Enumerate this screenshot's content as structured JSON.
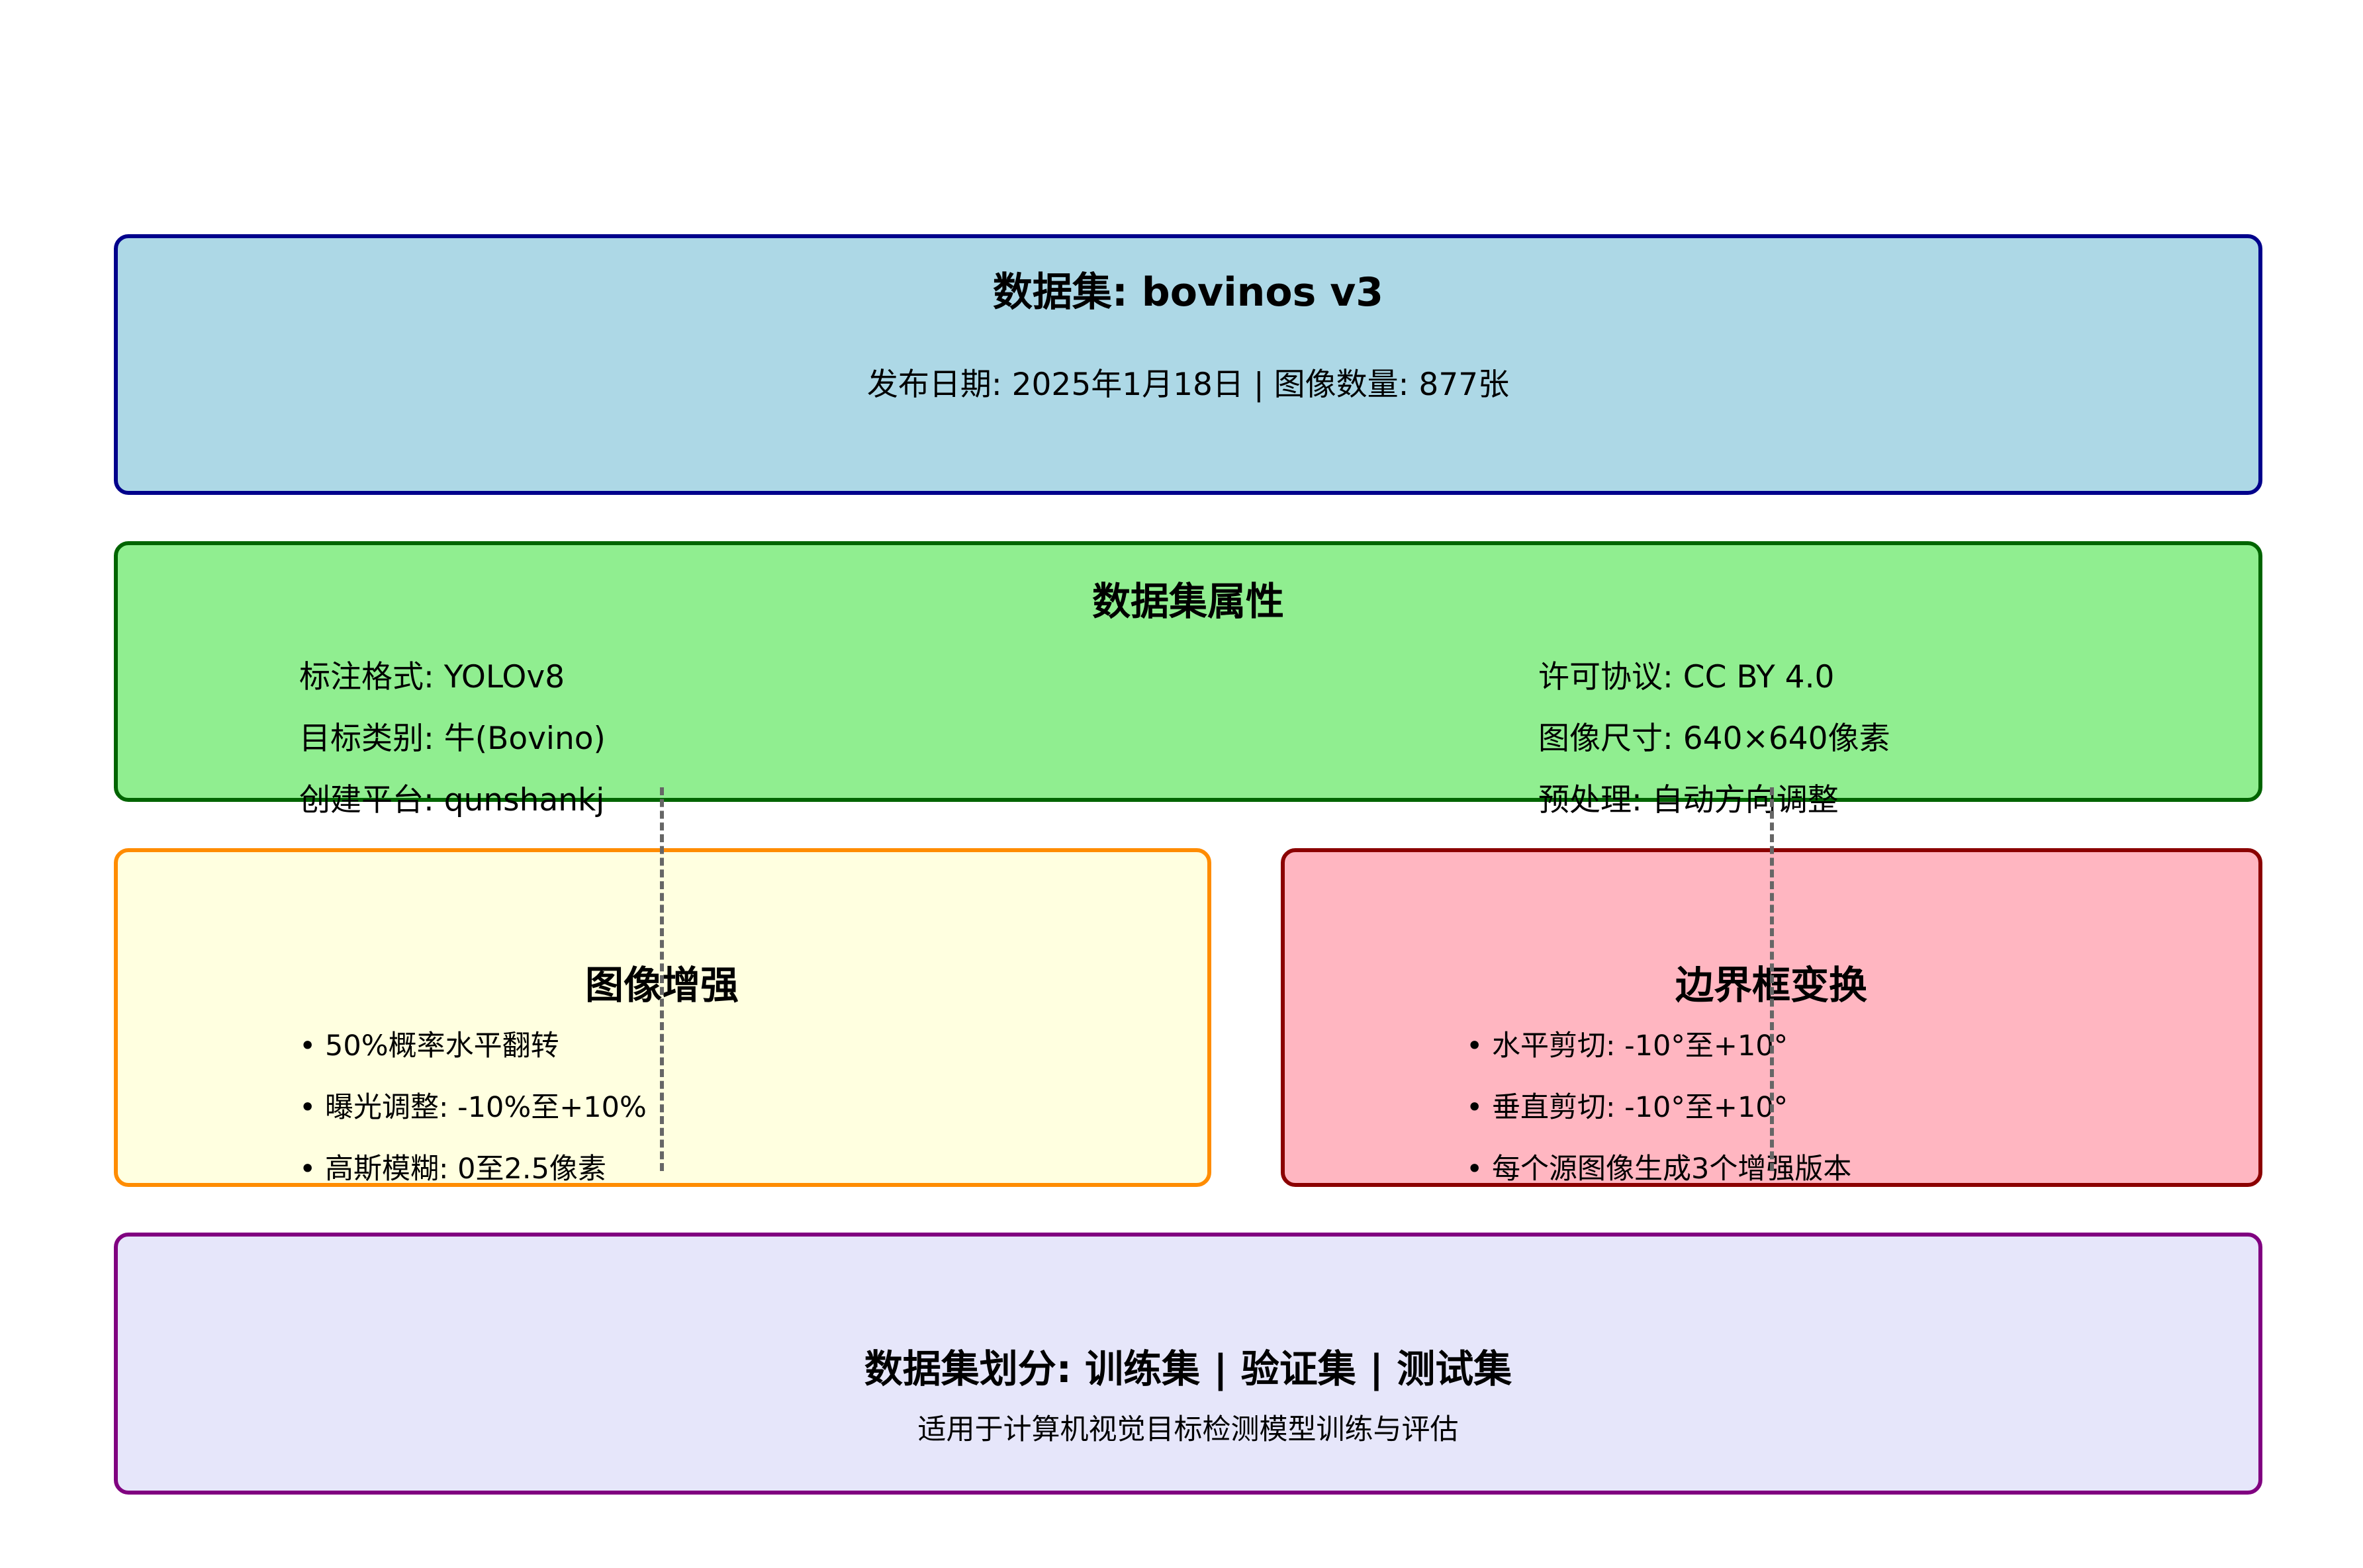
{
  "colors": {
    "title_fill": "#add8e6",
    "title_border": "#00008b",
    "props_fill": "#90ee90",
    "props_border": "#006400",
    "aug_fill": "#ffffe0",
    "aug_border": "#ff8c00",
    "bbox_fill": "#ffb6c1",
    "bbox_border": "#8b0000",
    "split_fill": "#e6e6fa",
    "split_border": "#800080",
    "connector": "#666666"
  },
  "title_box": {
    "title": "数据集: bovinos v3",
    "subtitle": "发布日期: 2025年1月18日 | 图像数量: 877张"
  },
  "properties_box": {
    "title": "数据集属性",
    "left_items": [
      "标注格式: YOLOv8",
      "目标类别: 牛(Bovino)",
      "创建平台: qunshankj"
    ],
    "right_items": [
      "许可协议: CC BY 4.0",
      "图像尺寸: 640×640像素",
      "预处理: 自动方向调整"
    ]
  },
  "augmentation_box": {
    "title": "图像增强",
    "items": [
      "• 50%概率水平翻转",
      "• 曝光调整: -10%至+10%",
      "• 高斯模糊: 0至2.5像素"
    ]
  },
  "bbox_box": {
    "title": "边界框变换",
    "items": [
      "• 水平剪切: -10°至+10°",
      "• 垂直剪切: -10°至+10°",
      "• 每个源图像生成3个增强版本"
    ]
  },
  "split_box": {
    "title": "数据集划分: 训练集 | 验证集 | 测试集",
    "subtitle": "适用于计算机视觉目标检测模型训练与评估"
  }
}
